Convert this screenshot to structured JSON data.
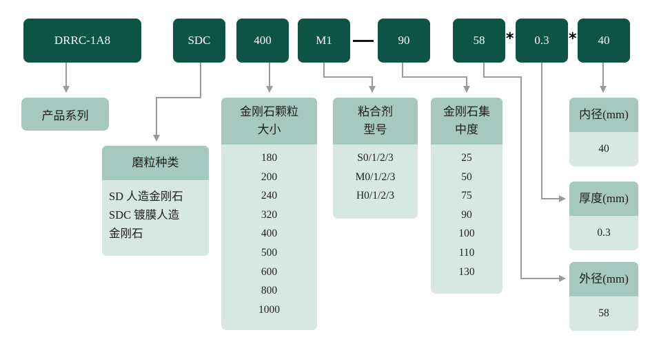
{
  "codes": {
    "series": "DRRC-1A8",
    "grain_type": "SDC",
    "grain_size": "400",
    "bond": "M1",
    "concentration": "90",
    "outer_diameter": "58",
    "thickness": "0.3",
    "inner_diameter": "40",
    "dash": "—",
    "star1": "*",
    "star2": "*"
  },
  "product_series": {
    "label": "产品系列"
  },
  "grain_type_box": {
    "title": "磨粒种类",
    "lines": [
      "SD 人造金刚石",
      "SDC 镀膜人造",
      "金刚石"
    ]
  },
  "grain_size_box": {
    "title_line1": "金刚石颗粒",
    "title_line2": "大小",
    "values": [
      "180",
      "200",
      "240",
      "320",
      "400",
      "500",
      "600",
      "800",
      "1000"
    ]
  },
  "bond_box": {
    "title_line1": "粘合剂",
    "title_line2": "型号",
    "values": [
      "S0/1/2/3",
      "M0/1/2/3",
      "H0/1/2/3"
    ]
  },
  "concentration_box": {
    "title_line1": "金刚石集",
    "title_line2": "中度",
    "values": [
      "25",
      "50",
      "75",
      "90",
      "100",
      "110",
      "130"
    ]
  },
  "inner_box": {
    "title": "内径(mm)",
    "value": "40"
  },
  "thickness_box": {
    "title": "厚度(mm)",
    "value": "0.3"
  },
  "outer_box": {
    "title": "外径(mm)",
    "value": "58"
  },
  "colors": {
    "dark_green": "#0d5444",
    "header_green": "#a5c9bf",
    "body_green": "#d7e7e2",
    "arrow_gray": "#9a9a9a"
  }
}
